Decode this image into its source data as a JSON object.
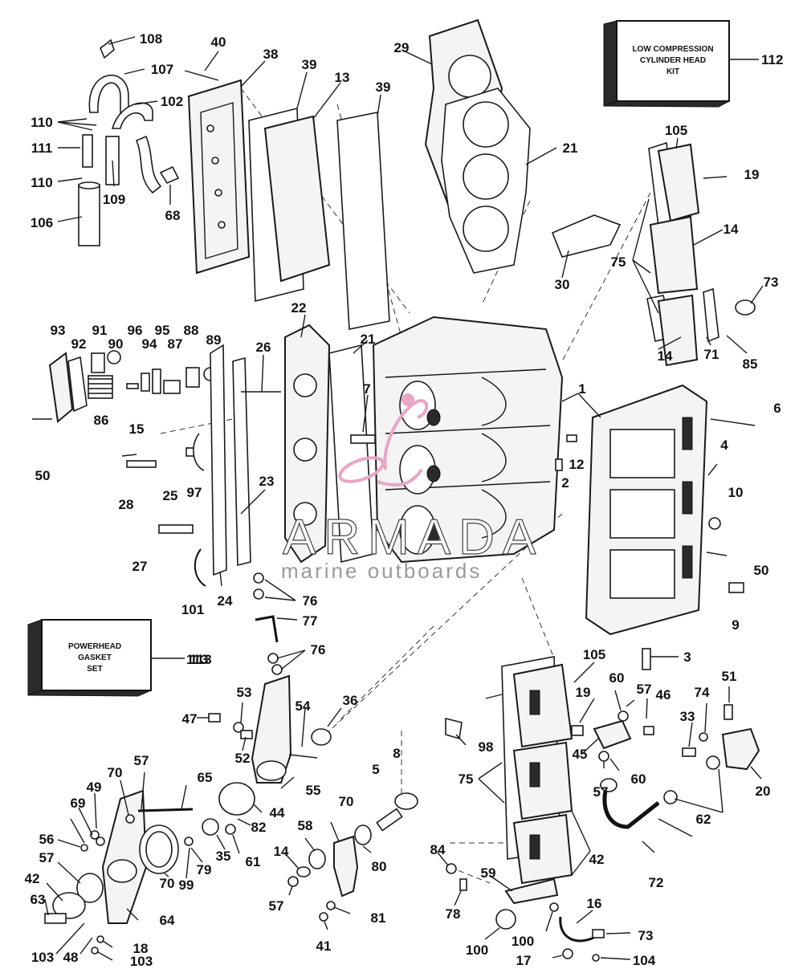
{
  "kits": {
    "low_compression_lines": [
      "LOW COMPRESSION",
      "CYLINDER HEAD",
      "KIT"
    ],
    "low_compression_number": "112",
    "gasket_set_lines": [
      "POWERHEAD",
      "GASKET",
      "SET"
    ],
    "gasket_set_number": "113"
  },
  "watermark": {
    "brand": "ARMADA",
    "tagline": "marine outboards",
    "accent_color": "#e8a6c4"
  },
  "callouts": [
    "108",
    "40",
    "38",
    "39",
    "13",
    "39",
    "29",
    "107",
    "102",
    "110",
    "111",
    "110",
    "109",
    "68",
    "106",
    "21",
    "105",
    "19",
    "14",
    "75",
    "30",
    "73",
    "93",
    "91",
    "96",
    "95",
    "88",
    "92",
    "90",
    "94",
    "87",
    "89",
    "22",
    "21",
    "26",
    "7",
    "14",
    "71",
    "85",
    "1",
    "6",
    "86",
    "15",
    "50",
    "12",
    "4",
    "2",
    "10",
    "25",
    "97",
    "28",
    "23",
    "27",
    "50",
    "101",
    "24",
    "76",
    "77",
    "9",
    "76",
    "113",
    "3",
    "105",
    "53",
    "36",
    "54",
    "60",
    "57",
    "46",
    "47",
    "52",
    "33",
    "74",
    "51",
    "19",
    "98",
    "45",
    "60",
    "20",
    "55",
    "8",
    "57",
    "5",
    "75",
    "70",
    "57",
    "65",
    "49",
    "69",
    "70",
    "44",
    "62",
    "56",
    "82",
    "57",
    "35",
    "61",
    "58",
    "84",
    "42",
    "80",
    "14",
    "42",
    "79",
    "63",
    "70",
    "99",
    "64",
    "57",
    "59",
    "78",
    "72",
    "81",
    "16",
    "103",
    "18",
    "48",
    "103",
    "41",
    "100",
    "100",
    "73",
    "17",
    "104",
    "85",
    "17"
  ]
}
